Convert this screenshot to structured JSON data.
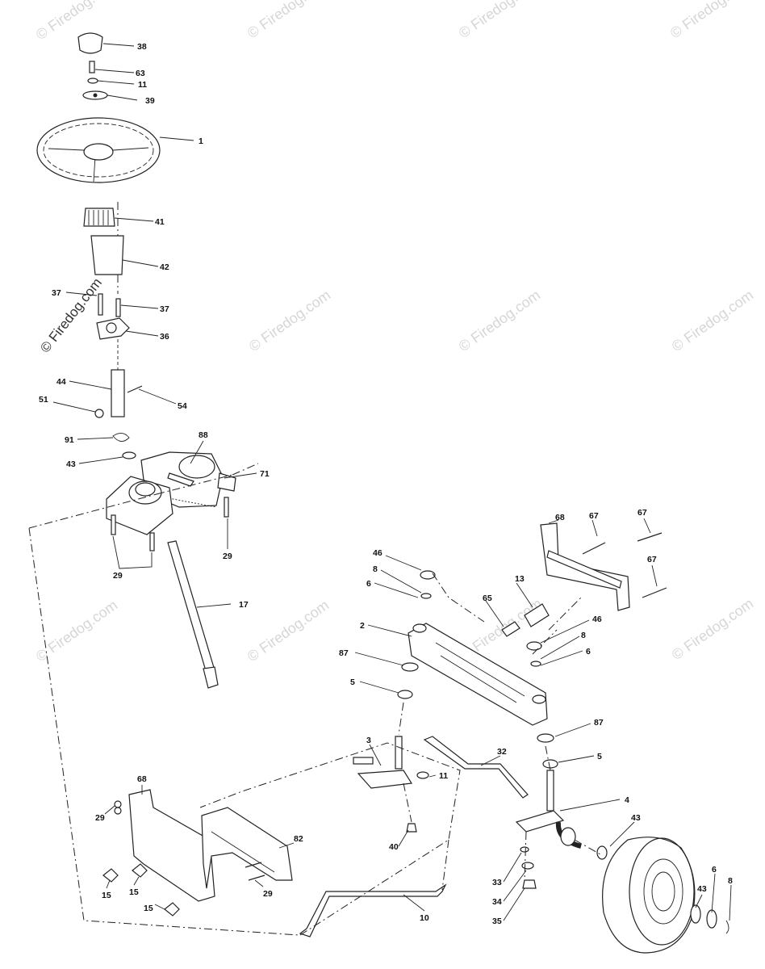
{
  "watermark": {
    "text": "© Firedog.com",
    "color": "#d6d6d6"
  },
  "labels": [
    {
      "id": "38a",
      "text": "38"
    },
    {
      "id": "63a",
      "text": "63"
    },
    {
      "id": "11a",
      "text": "11"
    },
    {
      "id": "39a",
      "text": "39"
    },
    {
      "id": "1a",
      "text": "1"
    },
    {
      "id": "41a",
      "text": "41"
    },
    {
      "id": "42a",
      "text": "42"
    },
    {
      "id": "37a",
      "text": "37"
    },
    {
      "id": "37b",
      "text": "37"
    },
    {
      "id": "36a",
      "text": "36"
    },
    {
      "id": "44a",
      "text": "44"
    },
    {
      "id": "51a",
      "text": "51"
    },
    {
      "id": "54a",
      "text": "54"
    },
    {
      "id": "91a",
      "text": "91"
    },
    {
      "id": "88a",
      "text": "88"
    },
    {
      "id": "43a",
      "text": "43"
    },
    {
      "id": "71a",
      "text": "71"
    },
    {
      "id": "29a",
      "text": "29"
    },
    {
      "id": "29b",
      "text": "29"
    },
    {
      "id": "17a",
      "text": "17"
    },
    {
      "id": "68a",
      "text": "68"
    },
    {
      "id": "67a",
      "text": "67"
    },
    {
      "id": "67b",
      "text": "67"
    },
    {
      "id": "67c",
      "text": "67"
    },
    {
      "id": "46a",
      "text": "46"
    },
    {
      "id": "8a",
      "text": "8"
    },
    {
      "id": "6a",
      "text": "6"
    },
    {
      "id": "13a",
      "text": "13"
    },
    {
      "id": "65a",
      "text": "65"
    },
    {
      "id": "2a",
      "text": "2"
    },
    {
      "id": "46b",
      "text": "46"
    },
    {
      "id": "8b",
      "text": "8"
    },
    {
      "id": "6b",
      "text": "6"
    },
    {
      "id": "87a",
      "text": "87"
    },
    {
      "id": "5a",
      "text": "5"
    },
    {
      "id": "87b",
      "text": "87"
    },
    {
      "id": "5b",
      "text": "5"
    },
    {
      "id": "3a",
      "text": "3"
    },
    {
      "id": "32a",
      "text": "32"
    },
    {
      "id": "11b",
      "text": "11"
    },
    {
      "id": "4a",
      "text": "4"
    },
    {
      "id": "43b",
      "text": "43"
    },
    {
      "id": "40a",
      "text": "40"
    },
    {
      "id": "33a",
      "text": "33"
    },
    {
      "id": "34a",
      "text": "34"
    },
    {
      "id": "35a",
      "text": "35"
    },
    {
      "id": "43c",
      "text": "43"
    },
    {
      "id": "6c",
      "text": "6"
    },
    {
      "id": "8c",
      "text": "8"
    },
    {
      "id": "10a",
      "text": "10"
    },
    {
      "id": "68b",
      "text": "68"
    },
    {
      "id": "29c",
      "text": "29"
    },
    {
      "id": "82a",
      "text": "82"
    },
    {
      "id": "15a",
      "text": "15"
    },
    {
      "id": "15b",
      "text": "15"
    },
    {
      "id": "15c",
      "text": "15"
    },
    {
      "id": "29d",
      "text": "29"
    }
  ]
}
